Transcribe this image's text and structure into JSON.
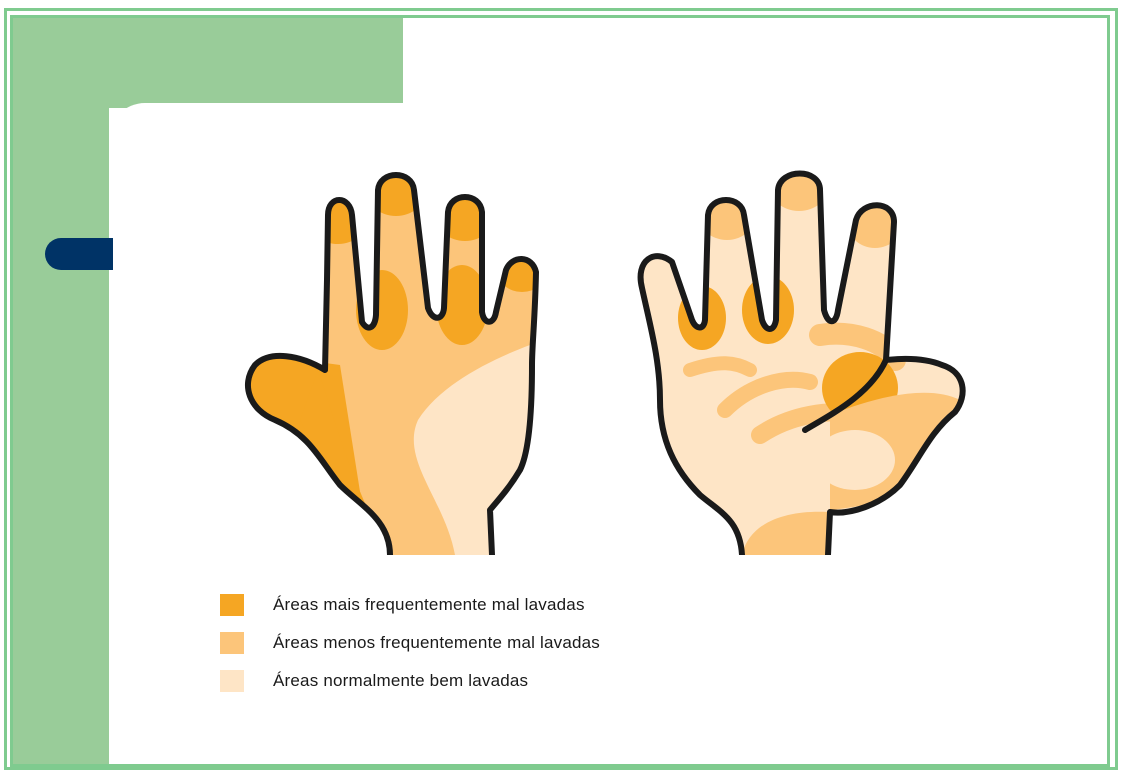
{
  "colors": {
    "frame": "#7fcb8f",
    "side_green": "#99cc99",
    "accent_navy": "#003366",
    "outline": "#1a1a1a",
    "most_missed": "#f5a623",
    "less_missed": "#fcc57a",
    "well_washed": "#fee5c6"
  },
  "legend": {
    "items": [
      {
        "label": "Áreas mais frequentemente mal lavadas",
        "color": "#f5a623"
      },
      {
        "label": "Áreas menos frequentemente mal lavadas",
        "color": "#fcc57a"
      },
      {
        "label": "Áreas normalmente bem lavadas",
        "color": "#fee5c6"
      }
    ]
  },
  "figure": {
    "hands": [
      "back-of-hand",
      "palm"
    ]
  }
}
